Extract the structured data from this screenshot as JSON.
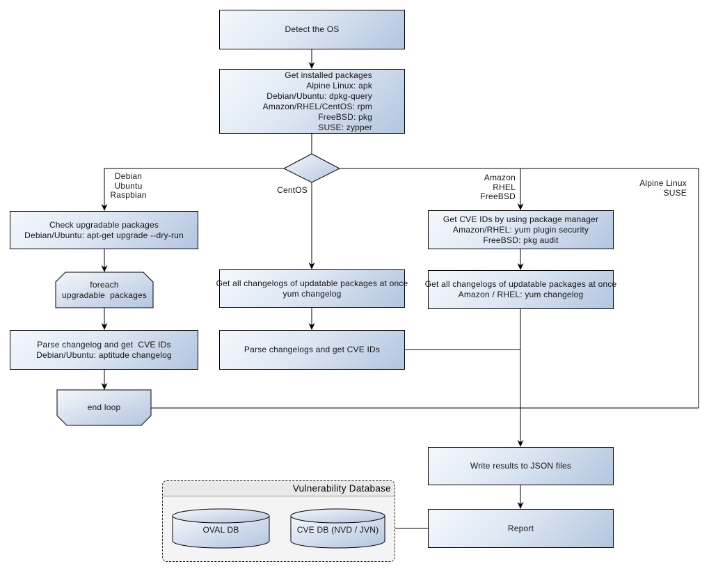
{
  "diagram": {
    "nodes": {
      "detect_os": "Detect the OS",
      "get_installed_packages": "Get installed packages\nAlpine Linux: apk\nDebian/Ubuntu: dpkg-query\nAmazon/RHEL/CentOS: rpm\nFreeBSD: pkg\nSUSE: zypper",
      "check_upgradable": "Check upgradable packages\nDebian/Ubuntu: apt-get upgrade --dry-run",
      "foreach_loop": "foreach\nupgradable  packages",
      "parse_changelog_debian": "Parse changelog and get  CVE IDs\nDebian/Ubuntu: aptitude changelog",
      "end_loop": "end loop",
      "get_changelogs_centos": "Get all changelogs of updatable packages at once\nyum changelog",
      "parse_changelogs_centos": "Parse changelogs and get CVE IDs",
      "get_cve_ids_package_manager": "Get CVE IDs by using package manager\nAmazon/RHEL: yum plugin security\nFreeBSD: pkg audit",
      "get_changelogs_amazon_rhel": "Get all changelogs of updatable packages at once\nAmazon / RHEL: yum changelog",
      "write_results": "Write results to JSON files",
      "report": "Report"
    },
    "branch_labels": {
      "left": "Debian\nUbuntu\nRaspbian",
      "center": "CentOS",
      "right": "Amazon\nRHEL\nFreeBSD",
      "far_right": "Alpine Linux\nSUSE"
    },
    "vulnerability_database": {
      "title": "Vulnerability Database",
      "databases": [
        {
          "label": "OVAL DB"
        },
        {
          "label": "CVE DB (NVD / JVN)"
        }
      ]
    },
    "colors": {
      "node_fill_light": "#f4f8fc",
      "node_fill_dark": "#b3c5e0",
      "node_border": "#000000",
      "connector": "#000000",
      "db_container_bg": "#f4f4f4",
      "db_title_band": "#e9e9e9",
      "canvas_bg": "#ffffff"
    }
  }
}
